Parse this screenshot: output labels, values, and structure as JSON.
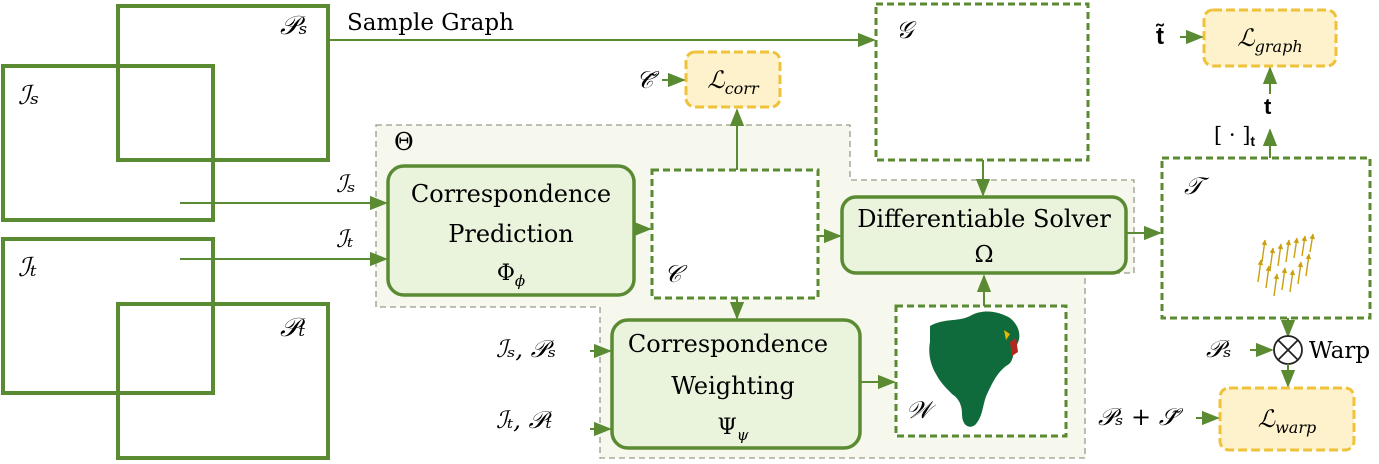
{
  "colors": {
    "box_stroke": "#5a8a32",
    "box_fill": "#eaf3dc",
    "region_fill": "#f6f8ee",
    "region_stroke": "#9a9a8a",
    "loss_fill": "#fdf2cc",
    "loss_stroke": "#efc23a",
    "arrow": "#5a8a32",
    "vector_field": "#c8a010",
    "mask_green": "#0f6b3c",
    "mask_red": "#b5261e"
  },
  "frames": {
    "ps": "𝒫ₛ",
    "is": "ℐₛ",
    "it": "ℐₜ",
    "pt": "𝒫ₜ"
  },
  "input_labels": {
    "is": "ℐₛ",
    "it": "ℐₜ",
    "is_ps": "ℐₛ, 𝒫ₛ",
    "it_pt": "ℐₜ, 𝒫ₜ"
  },
  "sample_graph_label": "Sample Graph",
  "theta_label": "Θ",
  "blocks": {
    "corr_pred": {
      "line1": "Correspondence",
      "line2": "Prediction",
      "symbol": "Φ",
      "sub": "ϕ"
    },
    "corr_weight": {
      "line1": "Correspondence",
      "line2": "Weighting",
      "symbol": "Ψ",
      "sub": "ψ"
    },
    "solver": {
      "line1": "Differentiable Solver",
      "symbol": "Ω"
    }
  },
  "nodes": {
    "c": "𝒞",
    "g": "𝒢",
    "t": "𝒯",
    "w": "𝒲"
  },
  "losses": {
    "corr": {
      "base": "ℒ",
      "sub": "corr"
    },
    "graph": {
      "base": "ℒ",
      "sub": "graph"
    },
    "warp": {
      "base": "ℒ",
      "sub": "warp"
    }
  },
  "targets": {
    "c_tilde": "𝒞̃",
    "t_tilde": "t̃",
    "t": "t",
    "ps_plus_s": "𝒫ₛ + 𝒮̃",
    "ps": "𝒫ₛ"
  },
  "bracket_label": "[ · ]",
  "bracket_sub": "t",
  "warp_label": "Warp",
  "warp_symbol": "⊗"
}
